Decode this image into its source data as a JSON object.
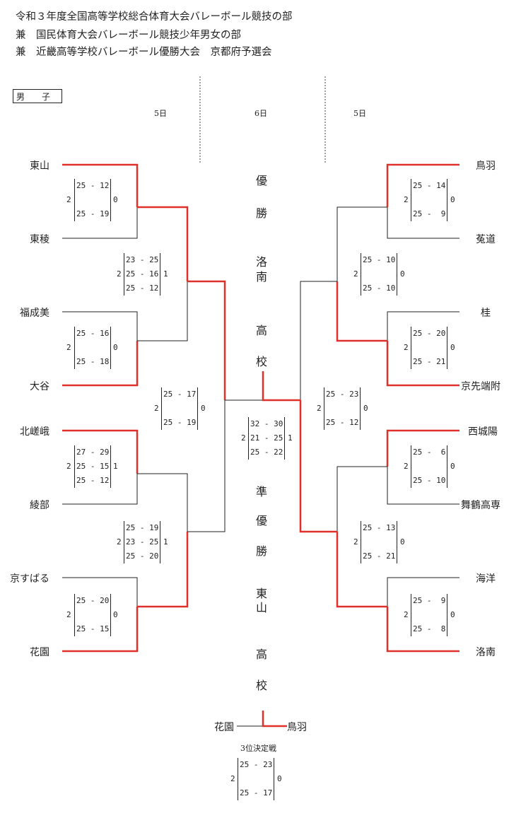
{
  "header": {
    "lines": [
      "令和３年度全国高等学校総合体育大会バレーボール競技の部",
      "兼　国民体育大会バレーボール競技少年男女の部",
      "兼　近畿高等学校バレーボール優勝大会　京都府予選会"
    ],
    "category": "男　　子"
  },
  "days": {
    "left": "5日",
    "center": "6日",
    "right": "5日"
  },
  "teams": {
    "left": [
      "東山",
      "東稜",
      "福成美",
      "大谷",
      "北嵯峨",
      "綾部",
      "京すばる",
      "花園"
    ],
    "right": [
      "鳥羽",
      "菟道",
      "桂",
      "京先端附",
      "西城陽",
      "舞鶴高専",
      "海洋",
      "洛南"
    ]
  },
  "scores": {
    "l1": {
      "sets": [
        "25 - 12",
        "",
        "25 - 19"
      ],
      "left_wins": "2",
      "right_wins": "0"
    },
    "l2": {
      "sets": [
        "25 - 16",
        "",
        "25 - 18"
      ],
      "left_wins": "2",
      "right_wins": "0"
    },
    "l3": {
      "sets": [
        "27 - 29",
        "25 - 15",
        "25 - 12"
      ],
      "left_wins": "2",
      "right_wins": "1"
    },
    "l4": {
      "sets": [
        "25 - 20",
        "",
        "25 - 15"
      ],
      "left_wins": "2",
      "right_wins": "0"
    },
    "l5": {
      "sets": [
        "23 - 25",
        "25 - 16",
        "25 - 12"
      ],
      "left_wins": "2",
      "right_wins": "1"
    },
    "l6": {
      "sets": [
        "25 - 19",
        "23 - 25",
        "25 - 20"
      ],
      "left_wins": "2",
      "right_wins": "1"
    },
    "l7": {
      "sets": [
        "25 - 17",
        "",
        "25 - 19"
      ],
      "left_wins": "2",
      "right_wins": "0"
    },
    "r1": {
      "sets": [
        "25 - 14",
        "",
        "25 -  9"
      ],
      "left_wins": "2",
      "right_wins": "0"
    },
    "r2": {
      "sets": [
        "25 - 20",
        "",
        "25 - 21"
      ],
      "left_wins": "2",
      "right_wins": "0"
    },
    "r3": {
      "sets": [
        "25 -  6",
        "",
        "25 - 10"
      ],
      "left_wins": "2",
      "right_wins": "0"
    },
    "r4": {
      "sets": [
        "25 -  9",
        "",
        "25 -  8"
      ],
      "left_wins": "2",
      "right_wins": "0"
    },
    "r5": {
      "sets": [
        "25 - 10",
        "",
        "25 - 10"
      ],
      "left_wins": "2",
      "right_wins": "0"
    },
    "r6": {
      "sets": [
        "25 - 13",
        "",
        "25 - 21"
      ],
      "left_wins": "2",
      "right_wins": "0"
    },
    "r7": {
      "sets": [
        "25 - 23",
        "",
        "25 - 12"
      ],
      "left_wins": "2",
      "right_wins": "0"
    },
    "final": {
      "sets": [
        "32 - 30",
        "21 - 25",
        "25 - 22"
      ],
      "left_wins": "2",
      "right_wins": "1"
    },
    "third": {
      "sets": [
        "25 - 23",
        "",
        "25 - 17"
      ],
      "left_wins": "2",
      "right_wins": "0"
    }
  },
  "results": {
    "champion_label": [
      "優",
      "勝"
    ],
    "champion_school": [
      "洛",
      "南",
      "高",
      "校"
    ],
    "runner_up_label": [
      "準",
      "優",
      "勝"
    ],
    "runner_up_school": [
      "東",
      "山",
      "高",
      "校"
    ]
  },
  "third_place": {
    "left": "花園",
    "right": "鳥羽",
    "label": "3位決定戦"
  },
  "colors": {
    "winner_line": "#e0302a",
    "loser_line": "#222222"
  }
}
